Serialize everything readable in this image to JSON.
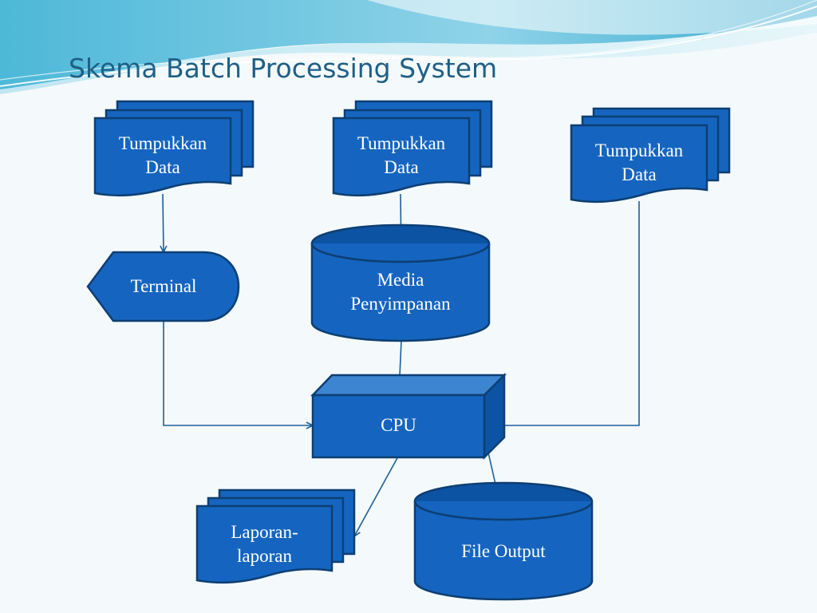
{
  "title": "Skema Batch Processing System",
  "colors": {
    "shape_fill": "#1565c0",
    "shape_stroke": "#0d3f73",
    "connector": "#1c5f9a",
    "title": "#1f5f86",
    "background": "#f4f9fb"
  },
  "nodes": {
    "stack_left": {
      "label": "Tumpukkan\nData",
      "shape": "multi-document"
    },
    "stack_middle": {
      "label": "Tumpukkan\nData",
      "shape": "multi-document"
    },
    "stack_right": {
      "label": "Tumpukkan\nData",
      "shape": "multi-document"
    },
    "terminal": {
      "label": "Terminal",
      "shape": "display"
    },
    "storage": {
      "label": "Media\nPenyimpanan",
      "shape": "cylinder"
    },
    "cpu": {
      "label": "CPU",
      "shape": "cube"
    },
    "reports": {
      "label": "Laporan-\nlaporan",
      "shape": "multi-document"
    },
    "file_output": {
      "label": "File Output",
      "shape": "cylinder"
    }
  },
  "edges": [
    {
      "from": "stack_left",
      "to": "terminal"
    },
    {
      "from": "stack_middle",
      "to": "storage"
    },
    {
      "from": "terminal",
      "to": "cpu"
    },
    {
      "from": "storage",
      "to": "cpu"
    },
    {
      "from": "stack_right",
      "to": "cpu"
    },
    {
      "from": "cpu",
      "to": "reports"
    },
    {
      "from": "cpu",
      "to": "file_output"
    }
  ]
}
